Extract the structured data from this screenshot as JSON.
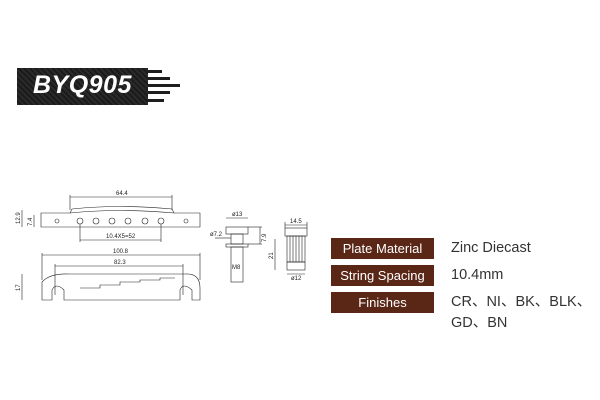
{
  "model": "BYQ905",
  "dimensions": {
    "top_length": "64.4",
    "height_total": "12.9",
    "height_body": "7.4",
    "spacing": "10.4X5=52",
    "overall_length": "100.8",
    "stud_spacing": "82.3",
    "body_height": "17",
    "stud_head": "ø13",
    "stud_dia": "ø7.2",
    "stud_gap": "7.9",
    "thread": "M8",
    "wheel_width": "14.5",
    "wheel_height": "21",
    "wheel_dia": "ø12"
  },
  "specs": [
    {
      "label": "Plate Material",
      "value": "Zinc Diecast"
    },
    {
      "label": "String Spacing",
      "value": "10.4mm"
    },
    {
      "label": "Finishes",
      "value": "CR、NI、BK、BLK、",
      "value2": "GD、BN"
    }
  ],
  "colors": {
    "label_bg": "#5a2616",
    "logo_bg": "#1e1e1e"
  }
}
